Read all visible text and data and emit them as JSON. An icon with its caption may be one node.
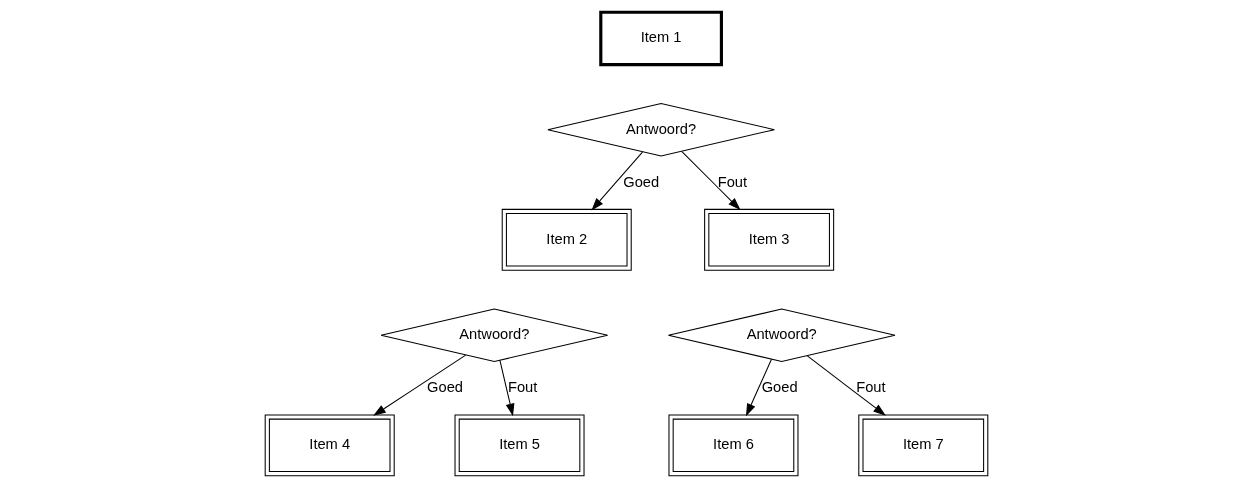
{
  "diagram": {
    "nodes": [
      {
        "text": [
          "Item 1"
        ]
      },
      {
        "text": [
          "Antwoord?"
        ]
      },
      {
        "text": [
          "Item 2"
        ]
      },
      {
        "text": [
          "Item 3"
        ]
      },
      {
        "text": [
          "Antwoord?"
        ]
      },
      {
        "text": [
          "Antwoord?"
        ]
      },
      {
        "text": [
          "Item 4"
        ]
      },
      {
        "text": [
          "Item 5"
        ]
      },
      {
        "text": [
          "Item 6"
        ]
      },
      {
        "text": [
          "Item 7"
        ]
      }
    ],
    "edges": [
      {
        "from": 1,
        "to": 2,
        "arrow": "to",
        "label": "Goed"
      },
      {
        "from": 1,
        "to": 3,
        "arrow": "to",
        "label": "Fout"
      },
      {
        "from": 4,
        "to": 6,
        "arrow": "to",
        "label": "Goed"
      },
      {
        "from": 4,
        "to": 7,
        "arrow": "to",
        "label": "Fout"
      },
      {
        "from": 5,
        "to": 8,
        "arrow": "to",
        "label": "Goed"
      },
      {
        "from": 5,
        "to": 9,
        "arrow": "to",
        "label": "Fout"
      }
    ]
  }
}
